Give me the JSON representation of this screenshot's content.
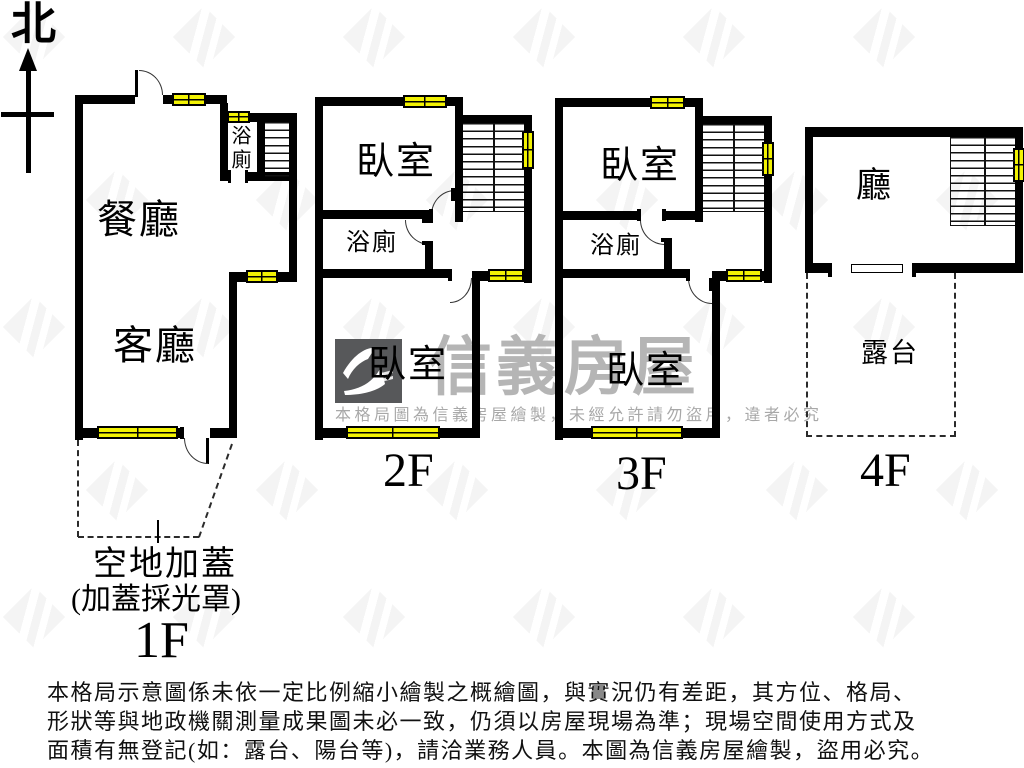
{
  "compass": {
    "north_label": "北"
  },
  "floors": [
    {
      "label": "1F",
      "rooms": {
        "dining": "餐廳",
        "living": "客廳",
        "bath": "浴廁"
      },
      "annex_line1": "空地加蓋",
      "annex_line2": "(加蓋採光罩)"
    },
    {
      "label": "2F",
      "rooms": {
        "bedroom_upper": "臥室",
        "bath": "浴廁",
        "bedroom_lower": "臥室"
      }
    },
    {
      "label": "3F",
      "rooms": {
        "bedroom_upper": "臥室",
        "bath": "浴廁",
        "bedroom_lower": "臥室"
      }
    },
    {
      "label": "4F",
      "rooms": {
        "hall": "廳",
        "terrace": "露台"
      }
    }
  ],
  "watermark": {
    "brand": "信義房屋",
    "notice": "本格局圖為信義房屋繪製，未經允許請勿盜用，違者必究"
  },
  "disclaimer": {
    "line1": "本格局示意圖係未依一定比例縮小繪製之概繪圖，與實況仍有差距，其方位、格局、",
    "line2": "形狀等與地政機關測量成果圖未必一致，仍須以房屋現場為準；現場空間使用方式及",
    "line3": "面積有無登記(如：露台、陽台等)，請洽業務人員。本圖為信義房屋繪製，盜用必究。"
  },
  "colors": {
    "wall": "#000000",
    "window_fill": "#f2f203",
    "brand_gray": "#b5b5b5",
    "logo_bg": "#57585a"
  }
}
